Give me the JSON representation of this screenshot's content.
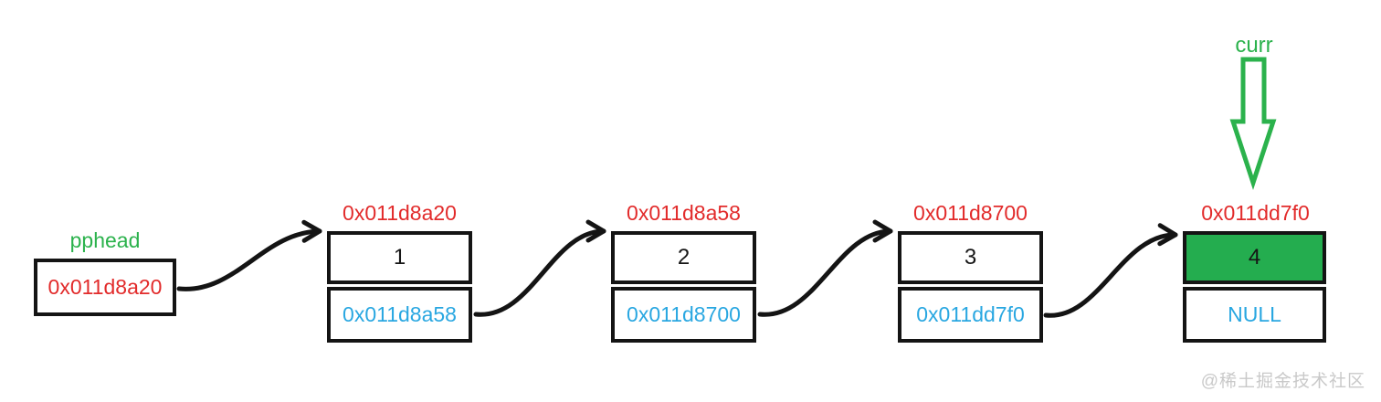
{
  "diagram": {
    "pointer_box": {
      "label": "pphead",
      "value": "0x011d8a20"
    },
    "curr_label": "curr",
    "nodes": [
      {
        "address": "0x011d8a20",
        "value": "1",
        "next": "0x011d8a58",
        "highlighted": false
      },
      {
        "address": "0x011d8a58",
        "value": "2",
        "next": "0x011d8700",
        "highlighted": false
      },
      {
        "address": "0x011d8700",
        "value": "3",
        "next": "0x011dd7f0",
        "highlighted": false
      },
      {
        "address": "0x011dd7f0",
        "value": "4",
        "next": "NULL",
        "highlighted": true
      }
    ],
    "icons": {
      "curr_arrow": "hollow-down-arrow",
      "link_arrows": "curved-right-arrow"
    },
    "colors": {
      "address_red": "#e22b2b",
      "pointer_blue": "#29a7e1",
      "green": "#2bb24c",
      "node_fill_green": "#24ad4f",
      "line_black": "#141414",
      "watermark_gray": "#c9c9c9"
    },
    "watermark": "@稀土掘金技术社区"
  }
}
